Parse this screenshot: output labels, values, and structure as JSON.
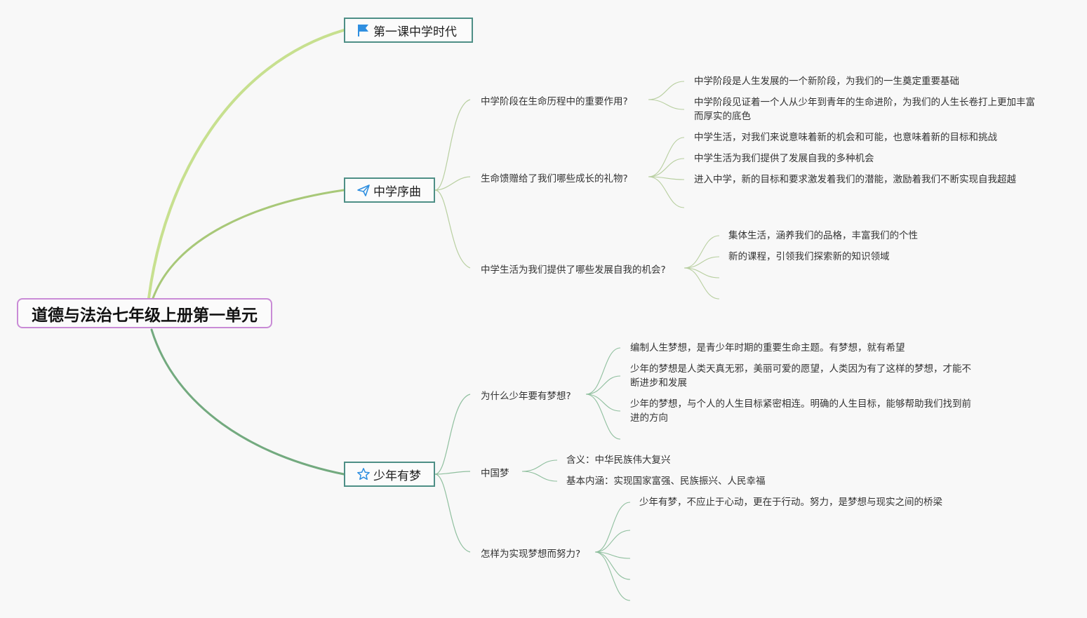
{
  "root": {
    "label": "道德与法治七年级上册第一单元"
  },
  "topics": [
    {
      "label": "第一课中学时代",
      "icon": "flag-icon"
    },
    {
      "label": "中学序曲",
      "icon": "paper-plane-icon"
    },
    {
      "label": "少年有梦",
      "icon": "star-icon"
    }
  ],
  "branches": {
    "b1": {
      "question": "中学阶段在生命历程中的重要作用?",
      "leaves": [
        "中学阶段是人生发展的一个新阶段，为我们的一生奠定重要基础",
        "中学阶段见证着一个人从少年到青年的生命进阶，为我们的人生长卷打上更加丰富而厚实的底色"
      ]
    },
    "b2": {
      "question": "生命馈赠给了我们哪些成长的礼物?",
      "leaves": [
        "中学生活，对我们来说意味着新的机会和可能，也意味着新的目标和挑战",
        "中学生活为我们提供了发展自我的多种机会",
        "进入中学，新的目标和要求激发着我们的潜能，激励着我们不断实现自我超越"
      ]
    },
    "b3": {
      "question": "中学生活为我们提供了哪些发展自我的机会?",
      "leaves": [
        "集体生活，涵养我们的品格，丰富我们的个性",
        "新的课程，引领我们探索新的知识领域"
      ]
    },
    "b4": {
      "question": "为什么少年要有梦想?",
      "leaves": [
        "编制人生梦想，是青少年时期的重要生命主题。有梦想，就有希望",
        "少年的梦想是人类天真无邪，美丽可爱的愿望，人类因为有了这样的梦想，才能不断进步和发展",
        "少年的梦想，与个人的人生目标紧密相连。明确的人生目标，能够帮助我们找到前进的方向"
      ]
    },
    "b5": {
      "question": "中国梦",
      "leaves": [
        "含义：中华民族伟大复兴",
        "基本内涵：实现国家富强、民族振兴、人民幸福"
      ]
    },
    "b6": {
      "question": "怎样为实现梦想而努力?",
      "leaves": [
        "少年有梦，不应止于心动，更在于行动。努力，是梦想与现实之间的桥梁"
      ]
    }
  },
  "colors": {
    "root_border": "#c98bd6",
    "topic_border": "#4e8f86",
    "line_topic1": "#c7e08f",
    "line_topic2": "#a8c878",
    "line_topic3": "#73aa7f",
    "line_sub": "#b8cfa0",
    "line_sub_green": "#8fbf9e",
    "icon_blue": "#2f8fe0"
  }
}
